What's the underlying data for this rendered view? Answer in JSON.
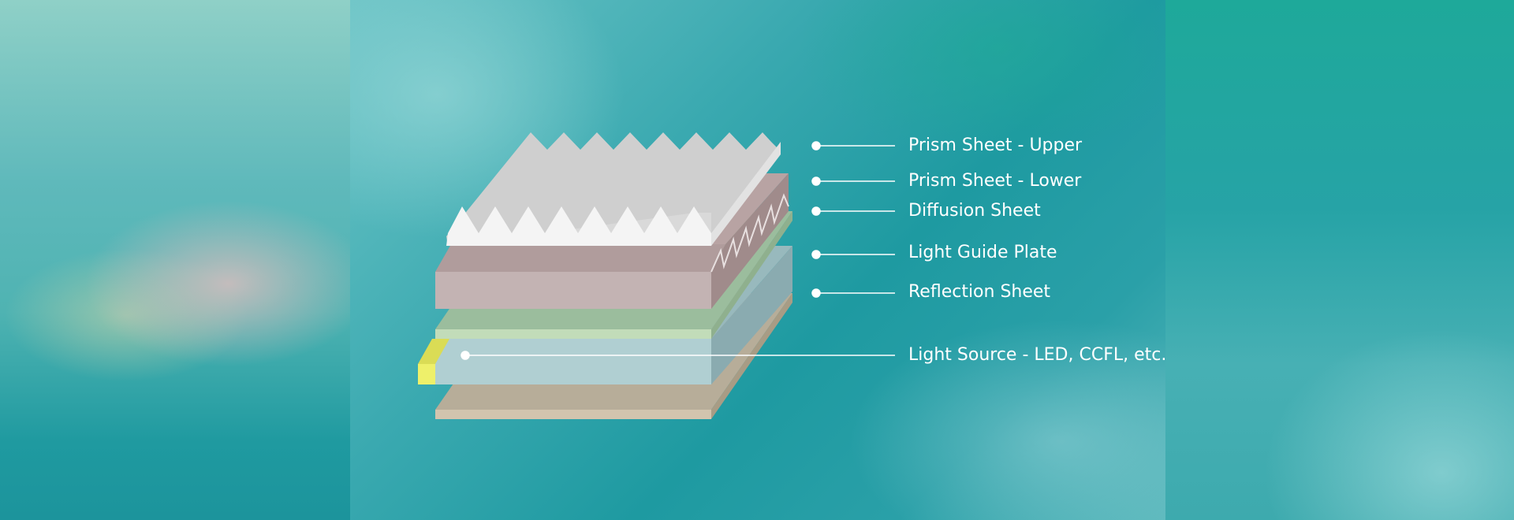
{
  "labels": {
    "prism_upper": "Prism Sheet - Upper",
    "prism_lower": "Prism Sheet - Lower",
    "diffusion": "Diffusion Sheet",
    "light_guide": "Light Guide Plate",
    "reflection": "Reflection Sheet",
    "light_source": "Light Source - LED, CCFL, etc."
  },
  "colors": {
    "prism_upper_top": "#d0d0d0",
    "prism_upper_teeth": "#f2f2f2",
    "prism_lower": "#c3b3b3",
    "diffusion": "#a3bfa1",
    "light_guide": "#a9c7cb",
    "reflection": "#b9ab96",
    "light_source": "#eef06a",
    "leader_line": "#ffffff"
  }
}
